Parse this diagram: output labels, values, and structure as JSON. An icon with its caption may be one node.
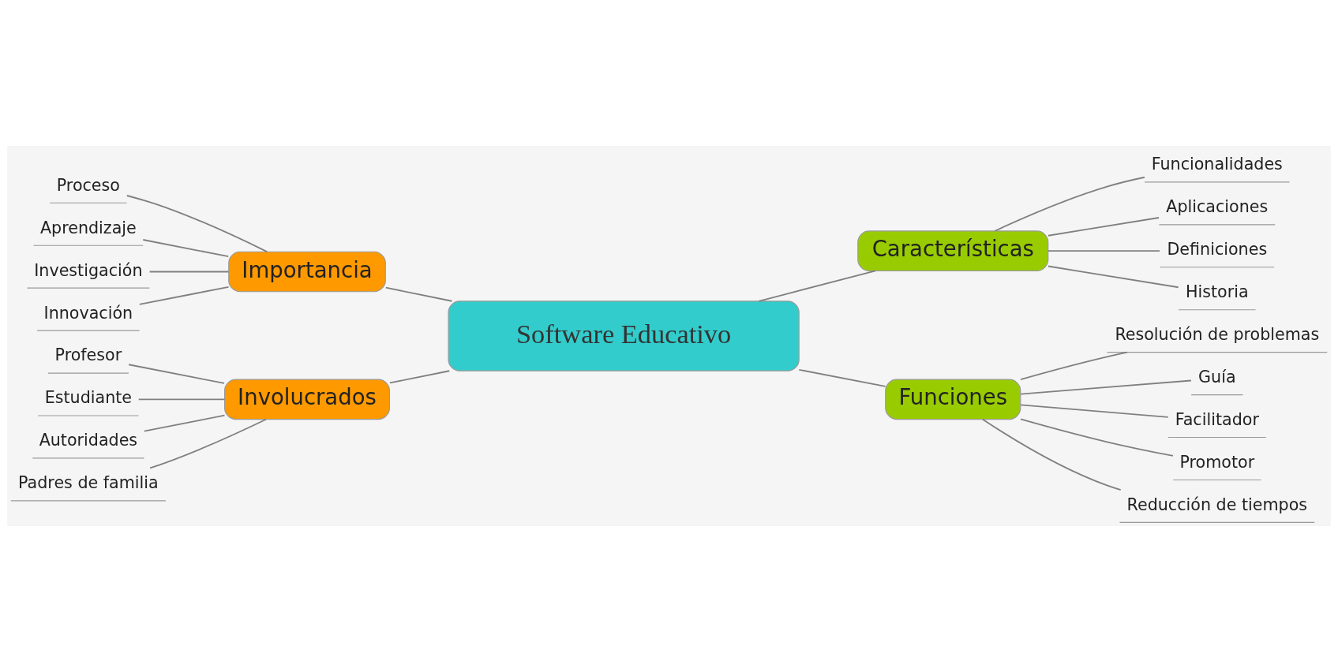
{
  "diagram": {
    "nodes": [
      {
        "text": [
          "Software Educativo"
        ]
      },
      {
        "text": [
          "Importancia"
        ]
      },
      {
        "text": [
          "Proceso"
        ]
      },
      {
        "text": [
          "Aprendizaje"
        ]
      },
      {
        "text": [
          "Investigación"
        ]
      },
      {
        "text": [
          "Innovación"
        ]
      },
      {
        "text": [
          "Características"
        ]
      },
      {
        "text": [
          "Funcionalidades"
        ]
      },
      {
        "text": [
          "Aplicaciones"
        ]
      },
      {
        "text": [
          "Definiciones"
        ]
      },
      {
        "text": [
          "Historia"
        ]
      },
      {
        "text": [
          "Involucrados"
        ]
      },
      {
        "text": [
          "Profesor"
        ]
      },
      {
        "text": [
          "Estudiante"
        ]
      },
      {
        "text": [
          "Autoridades"
        ]
      },
      {
        "text": [
          "Padres de familia"
        ]
      },
      {
        "text": [
          "Funciones"
        ]
      },
      {
        "text": [
          "Resolución de problemas"
        ]
      },
      {
        "text": [
          "Guía"
        ]
      },
      {
        "text": [
          "Facilitador"
        ]
      },
      {
        "text": [
          "Promotor"
        ]
      },
      {
        "text": [
          "Reducción de tiempos"
        ]
      }
    ],
    "edges": [
      {
        "from": 1,
        "to": 0,
        "arrow": "none"
      },
      {
        "from": 2,
        "to": 1,
        "arrow": "none"
      },
      {
        "from": 3,
        "to": 1,
        "arrow": "none"
      },
      {
        "from": 4,
        "to": 1,
        "arrow": "none"
      },
      {
        "from": 5,
        "to": 1,
        "arrow": "none"
      },
      {
        "from": 0,
        "to": 6,
        "arrow": "none"
      },
      {
        "from": 6,
        "to": 7,
        "arrow": "none"
      },
      {
        "from": 6,
        "to": 8,
        "arrow": "none"
      },
      {
        "from": 6,
        "to": 9,
        "arrow": "none"
      },
      {
        "from": 6,
        "to": 10,
        "arrow": "none"
      },
      {
        "from": 11,
        "to": 0,
        "arrow": "none"
      },
      {
        "from": 12,
        "to": 11,
        "arrow": "none"
      },
      {
        "from": 13,
        "to": 11,
        "arrow": "none"
      },
      {
        "from": 14,
        "to": 11,
        "arrow": "none"
      },
      {
        "from": 15,
        "to": 11,
        "arrow": "none"
      },
      {
        "from": 0,
        "to": 16,
        "arrow": "none"
      },
      {
        "from": 16,
        "to": 17,
        "arrow": "none"
      },
      {
        "from": 16,
        "to": 18,
        "arrow": "none"
      },
      {
        "from": 16,
        "to": 19,
        "arrow": "none"
      },
      {
        "from": 16,
        "to": 20,
        "arrow": "none"
      },
      {
        "from": 16,
        "to": 21,
        "arrow": "none"
      }
    ]
  }
}
